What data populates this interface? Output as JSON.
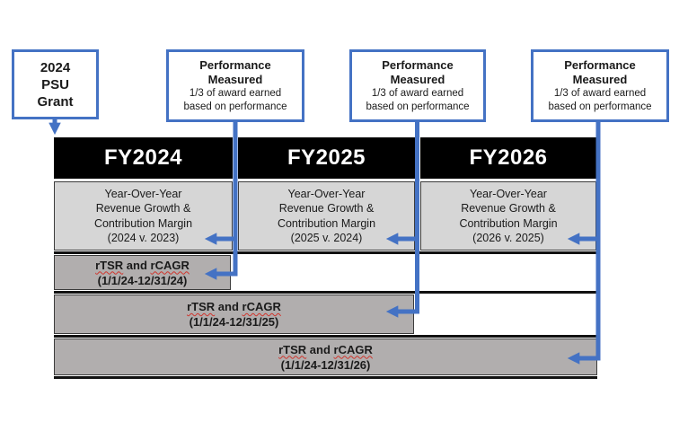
{
  "colors": {
    "accent_blue": "#4472C4",
    "header_black": "#000000",
    "metric_gray": "#d6d6d6",
    "bar_gray": "#b1aeae",
    "squiggle_red": "#d0342c",
    "text_dark": "#1a1a1a"
  },
  "grant_box": {
    "lines": [
      "2024",
      "PSU",
      "Grant"
    ]
  },
  "performance_boxes": [
    {
      "title_line1": "Performance",
      "title_line2": "Measured",
      "sub_line1": "1/3 of award earned",
      "sub_line2": "based on performance"
    },
    {
      "title_line1": "Performance",
      "title_line2": "Measured",
      "sub_line1": "1/3 of award earned",
      "sub_line2": "based on performance"
    },
    {
      "title_line1": "Performance",
      "title_line2": "Measured",
      "sub_line1": "1/3 of award earned",
      "sub_line2": "based on performance"
    }
  ],
  "header": {
    "columns": [
      "FY2024",
      "FY2025",
      "FY2026"
    ]
  },
  "metric_row": {
    "cells": [
      {
        "lines": [
          "Year-Over-Year",
          "Revenue Growth &",
          "Contribution Margin",
          "(2024 v. 2023)"
        ]
      },
      {
        "lines": [
          "Year-Over-Year",
          "Revenue Growth &",
          "Contribution Margin",
          "(2025 v. 2024)"
        ]
      },
      {
        "lines": [
          "Year-Over-Year",
          "Revenue Growth &",
          "Contribution Margin",
          "(2026 v. 2025)"
        ]
      }
    ]
  },
  "bars": [
    {
      "word1": "rTSR",
      "conj": " and ",
      "word2": "rCAGR",
      "period": "(1/1/24-12/31/24)"
    },
    {
      "word1": "rTSR",
      "conj": " and ",
      "word2": "rCAGR",
      "period": "(1/1/24-12/31/25)"
    },
    {
      "word1": "rTSR",
      "conj": " and ",
      "word2": "rCAGR",
      "period": "(1/1/24-12/31/26)"
    }
  ]
}
